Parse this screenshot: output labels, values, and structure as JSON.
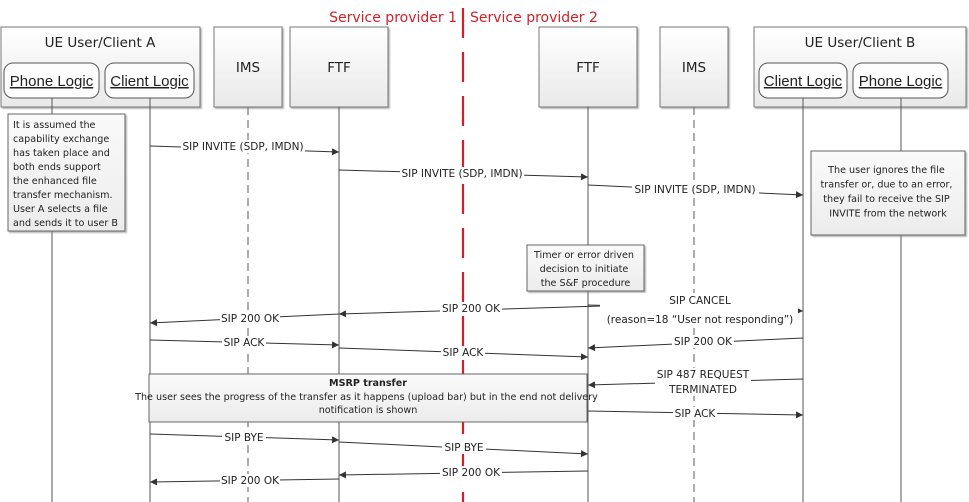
{
  "diagram": {
    "type": "sequence-diagram",
    "providers": [
      {
        "id": "sp1",
        "label": "Service provider 1"
      },
      {
        "id": "sp2",
        "label": "Service provider 2"
      }
    ],
    "divider_color": "#d0212a",
    "groups": [
      {
        "id": "ueA",
        "label": "UE User/Client A"
      },
      {
        "id": "ueB",
        "label": "UE User/Client B"
      }
    ],
    "lifelines": [
      {
        "id": "phoneA",
        "label": "Phone Logic",
        "group": "ueA",
        "style": "solid"
      },
      {
        "id": "clientA",
        "label": "Client Logic",
        "group": "ueA",
        "style": "solid"
      },
      {
        "id": "imsA",
        "label": "IMS",
        "style": "dashed"
      },
      {
        "id": "ftf1",
        "label": "FTF",
        "style": "solid"
      },
      {
        "id": "ftf2",
        "label": "FTF",
        "style": "solid"
      },
      {
        "id": "imsB",
        "label": "IMS",
        "style": "dashed"
      },
      {
        "id": "clientB",
        "label": "Client Logic",
        "group": "ueB",
        "style": "solid"
      },
      {
        "id": "phoneB",
        "label": "Phone Logic",
        "group": "ueB",
        "style": "solid"
      }
    ],
    "messages": [
      {
        "from": "clientA",
        "to": "ftf1",
        "label": "SIP INVITE (SDP, IMDN)"
      },
      {
        "from": "ftf1",
        "to": "ftf2",
        "label": "SIP INVITE (SDP, IMDN)"
      },
      {
        "from": "ftf2",
        "to": "clientB",
        "label": "SIP INVITE (SDP, IMDN)"
      },
      {
        "from": "ftf2",
        "to": "ftf1",
        "label": "SIP 200 OK"
      },
      {
        "from": "ftf2",
        "to": "clientB",
        "label": "SIP CANCEL",
        "label2": "(reason=18 “User not responding”)"
      },
      {
        "from": "ftf1",
        "to": "clientA",
        "label": "SIP 200 OK"
      },
      {
        "from": "clientA",
        "to": "ftf1",
        "label": "SIP ACK"
      },
      {
        "from": "ftf1",
        "to": "ftf2",
        "label": "SIP ACK"
      },
      {
        "from": "clientB",
        "to": "ftf2",
        "label": "SIP 200 OK"
      },
      {
        "from": "clientB",
        "to": "ftf2",
        "label": "SIP 487 REQUEST",
        "label2": "TERMINATED"
      },
      {
        "from": "ftf2",
        "to": "clientB",
        "label": "SIP ACK"
      },
      {
        "from": "clientA",
        "to": "ftf1",
        "label": "SIP BYE"
      },
      {
        "from": "ftf1",
        "to": "ftf2",
        "label": "SIP BYE"
      },
      {
        "from": "ftf2",
        "to": "ftf1",
        "label": "SIP 200 OK"
      },
      {
        "from": "ftf1",
        "to": "clientA",
        "label": "SIP 200 OK"
      }
    ],
    "notes": [
      {
        "id": "note-a",
        "lines": [
          "It is assumed the",
          "capability exchange",
          "has taken place and",
          "both ends support",
          "the enhanced file",
          "transfer mechanism.",
          "User A selects a file",
          "and sends it to user B"
        ]
      },
      {
        "id": "note-b",
        "lines": [
          "The user ignores the file",
          "transfer or, due to an error,",
          "they fail to receive the SIP",
          "INVITE from the network"
        ]
      },
      {
        "id": "note-timer",
        "lines": [
          "Timer or error driven",
          "decision to initiate",
          "the S&F procedure"
        ]
      },
      {
        "id": "note-msrp",
        "title": "MSRP transfer",
        "lines": [
          "The user sees the progress of the transfer as it happens (upload bar) but in the end not delivery",
          "notification is shown"
        ]
      }
    ]
  }
}
